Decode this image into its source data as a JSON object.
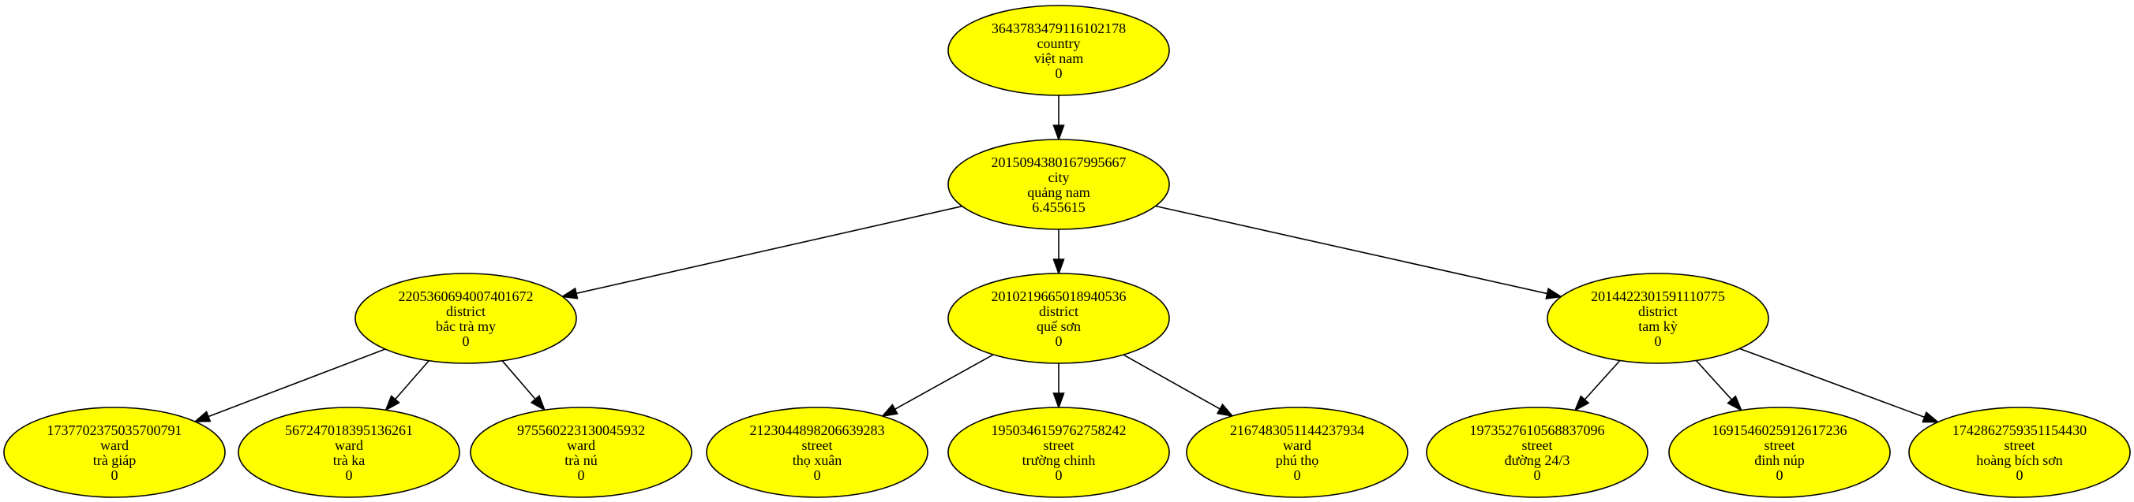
{
  "colors": {
    "node_fill": "#ffff00",
    "node_stroke": "#000000",
    "edge": "#000000",
    "background": "#ffffff"
  },
  "nodes": [
    {
      "id": "3643783479116102178",
      "type": "country",
      "name": "việt nam",
      "value": "0"
    },
    {
      "id": "2015094380167995667",
      "type": "city",
      "name": "quảng nam",
      "value": "6.455615"
    },
    {
      "id": "2205360694007401672",
      "type": "district",
      "name": "bắc trà my",
      "value": "0"
    },
    {
      "id": "2010219665018940536",
      "type": "district",
      "name": "quế sơn",
      "value": "0"
    },
    {
      "id": "2014422301591110775",
      "type": "district",
      "name": "tam kỳ",
      "value": "0"
    },
    {
      "id": "1737702375035700791",
      "type": "ward",
      "name": "trà giáp",
      "value": "0"
    },
    {
      "id": "567247018395136261",
      "type": "ward",
      "name": "trà ka",
      "value": "0"
    },
    {
      "id": "975560223130045932",
      "type": "ward",
      "name": "trà nú",
      "value": "0"
    },
    {
      "id": "2123044898206639283",
      "type": "street",
      "name": "thọ xuân",
      "value": "0"
    },
    {
      "id": "1950346159762758242",
      "type": "street",
      "name": "trường chinh",
      "value": "0"
    },
    {
      "id": "2167483051144237934",
      "type": "ward",
      "name": "phú thọ",
      "value": "0"
    },
    {
      "id": "1973527610568837096",
      "type": "street",
      "name": "đường 24/3",
      "value": "0"
    },
    {
      "id": "1691546025912617236",
      "type": "street",
      "name": "đinh núp",
      "value": "0"
    },
    {
      "id": "1742862759351154430",
      "type": "street",
      "name": "hoàng bích sơn",
      "value": "0"
    }
  ],
  "edges": [
    {
      "from": "3643783479116102178",
      "to": "2015094380167995667"
    },
    {
      "from": "2015094380167995667",
      "to": "2205360694007401672"
    },
    {
      "from": "2015094380167995667",
      "to": "2010219665018940536"
    },
    {
      "from": "2015094380167995667",
      "to": "2014422301591110775"
    },
    {
      "from": "2205360694007401672",
      "to": "1737702375035700791"
    },
    {
      "from": "2205360694007401672",
      "to": "567247018395136261"
    },
    {
      "from": "2205360694007401672",
      "to": "975560223130045932"
    },
    {
      "from": "2010219665018940536",
      "to": "2123044898206639283"
    },
    {
      "from": "2010219665018940536",
      "to": "1950346159762758242"
    },
    {
      "from": "2010219665018940536",
      "to": "2167483051144237934"
    },
    {
      "from": "2014422301591110775",
      "to": "1973527610568837096"
    },
    {
      "from": "2014422301591110775",
      "to": "1691546025912617236"
    },
    {
      "from": "2014422301591110775",
      "to": "1742862759351154430"
    }
  ]
}
